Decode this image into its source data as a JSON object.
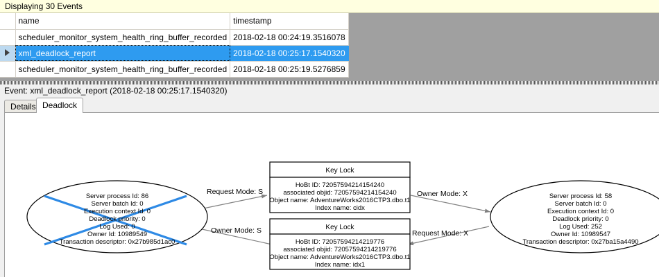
{
  "banner": {
    "text": "Displaying 30 Events"
  },
  "grid": {
    "columns": [
      "",
      "name",
      "timestamp"
    ],
    "rows": [
      {
        "selector": "",
        "name": "scheduler_monitor_system_health_ring_buffer_recorded",
        "timestamp": "2018-02-18 00:24:19.3516078",
        "selected": false
      },
      {
        "selector": "row-selector-arrow",
        "name": "xml_deadlock_report",
        "timestamp": "2018-02-18 00:25:17.1540320",
        "selected": true
      },
      {
        "selector": "",
        "name": "scheduler_monitor_system_health_ring_buffer_recorded",
        "timestamp": "2018-02-18 00:25:19.5276859",
        "selected": false
      }
    ]
  },
  "event_header": {
    "text": "Event: xml_deadlock_report (2018-02-18 00:25:17.1540320)"
  },
  "tabs": [
    {
      "label": "Details",
      "active": false
    },
    {
      "label": "Deadlock",
      "active": true
    }
  ],
  "deadlock_graph": {
    "colors": {
      "victim_cross": "#2e8ae5",
      "node_stroke": "#000000",
      "edge": "#808080",
      "canvas": "#ffffff"
    },
    "process_left": {
      "victim": true,
      "lines": [
        "Server process Id: 86",
        "Server batch Id: 0",
        "Execution context Id: 0",
        "Deadlock priority: 0",
        "Log Used: 0",
        "Owner Id: 10989549",
        "Transaction descriptor: 0x27b985d1ac0"
      ]
    },
    "process_right": {
      "victim": false,
      "lines": [
        "Server process Id: 58",
        "Server batch Id: 0",
        "Execution context Id: 0",
        "Deadlock priority: 0",
        "Log Used: 252",
        "Owner Id: 10989547",
        "Transaction descriptor: 0x27ba15a4490"
      ]
    },
    "resource_top": {
      "title": "Key Lock",
      "lines": [
        "HoBt ID: 72057594214154240",
        "associated objid: 72057594214154240",
        "Object name: AdventureWorks2016CTP3.dbo.t1",
        "Index name: cidx"
      ]
    },
    "resource_bottom": {
      "title": "Key Lock",
      "lines": [
        "HoBt ID: 72057594214219776",
        "associated objid: 72057594214219776",
        "Object name: AdventureWorks2016CTP3.dbo.t1",
        "Index name: idx1"
      ]
    },
    "edges": [
      {
        "id": "left-to-top",
        "label": "Request Mode: S"
      },
      {
        "id": "top-to-right",
        "label": "Owner Mode: X"
      },
      {
        "id": "bottom-to-left",
        "label": "Owner Mode: S"
      },
      {
        "id": "right-to-bottom",
        "label": "Request Mode: X"
      }
    ]
  }
}
